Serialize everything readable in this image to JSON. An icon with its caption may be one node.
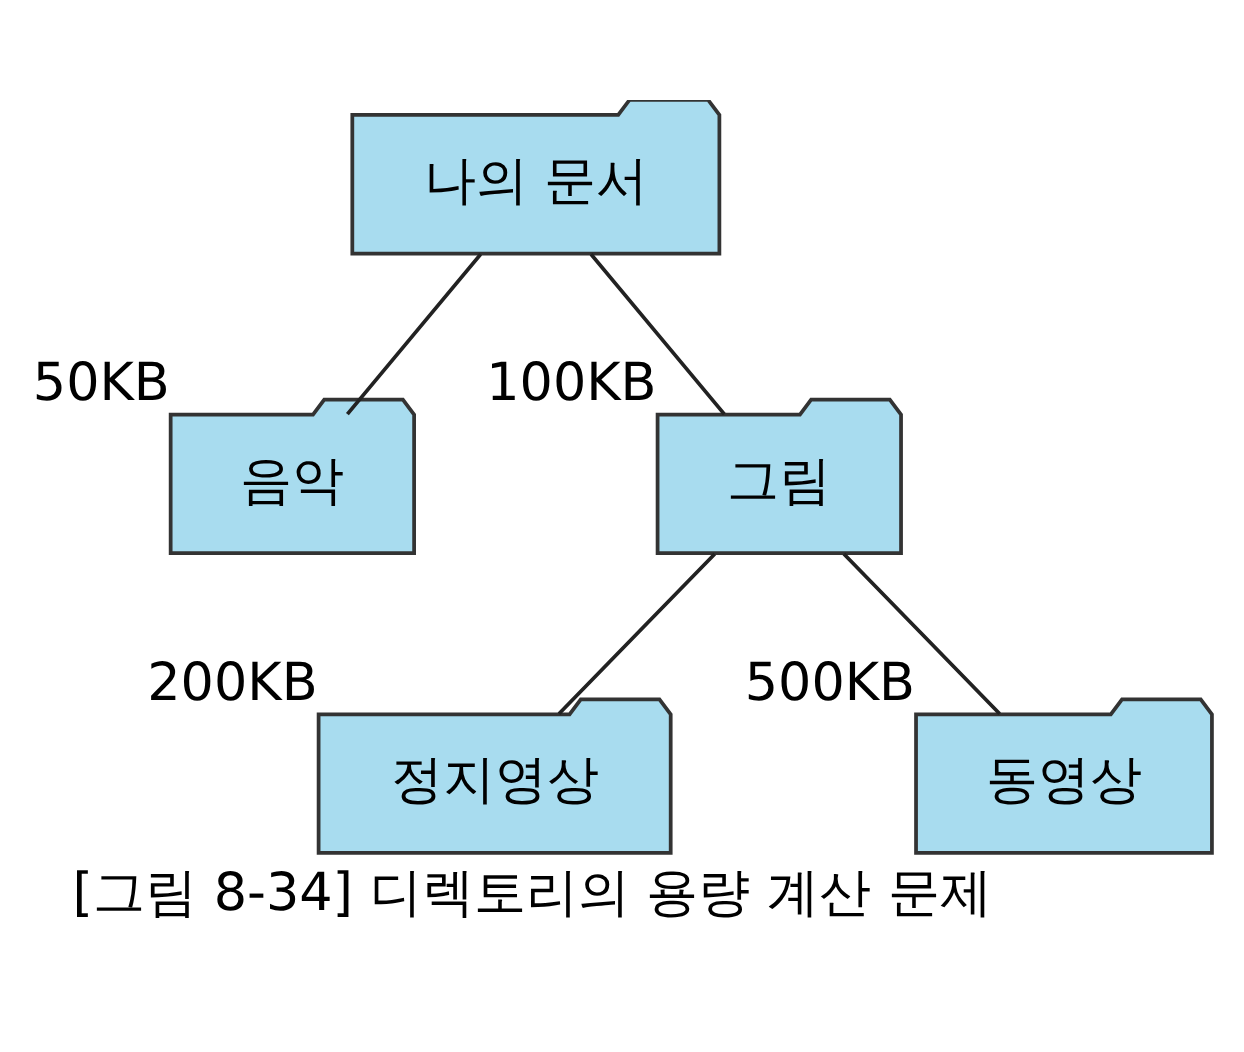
{
  "diagram": {
    "caption": "[그림 8-34] 디렉토리의 용량 계산 문제",
    "nodes": [
      {
        "text": [
          "나의 문서"
        ]
      },
      {
        "text": [
          "음악"
        ],
        "beside": [
          "50KB"
        ]
      },
      {
        "text": [
          "그림"
        ],
        "beside": [
          "100KB"
        ]
      },
      {
        "text": [
          "정지영상"
        ],
        "beside": [
          "200KB"
        ]
      },
      {
        "text": [
          "동영상"
        ],
        "beside": [
          "500KB"
        ]
      }
    ],
    "edges": [
      {
        "from": 0,
        "to": 1,
        "arrow": "none"
      },
      {
        "from": 0,
        "to": 2,
        "arrow": "none"
      },
      {
        "from": 2,
        "to": 3,
        "arrow": "none"
      },
      {
        "from": 2,
        "to": 4,
        "arrow": "none"
      }
    ]
  }
}
